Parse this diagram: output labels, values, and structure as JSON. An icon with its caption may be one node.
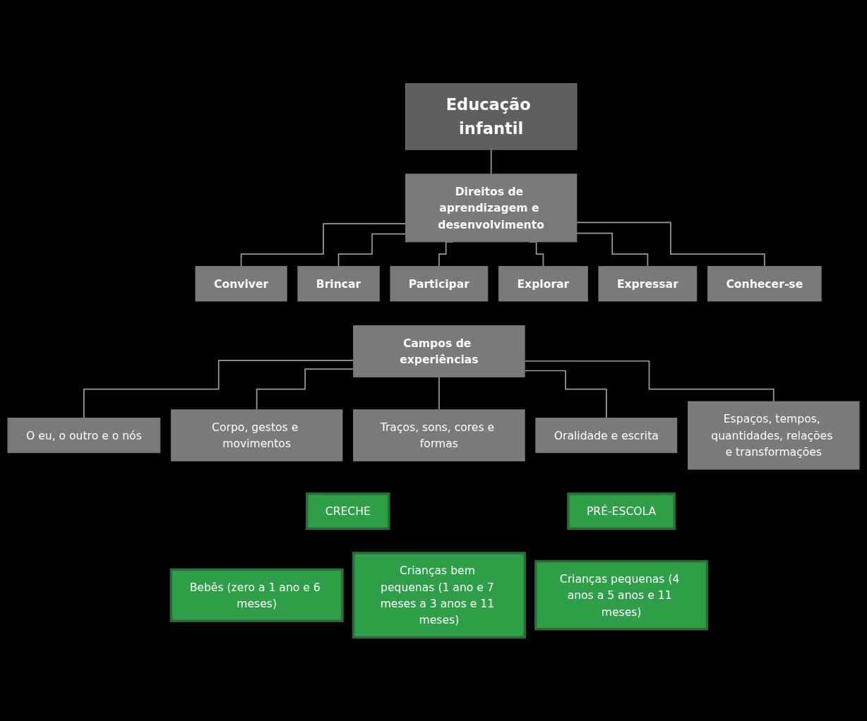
{
  "diagram": {
    "nodes": [
      {
        "text": [
          "Educação infantil"
        ]
      },
      {
        "text": [
          "Direitos de aprendizagem e desenvolvimento"
        ]
      },
      {
        "text": [
          "Conviver"
        ]
      },
      {
        "text": [
          "Brincar"
        ]
      },
      {
        "text": [
          "Participar"
        ]
      },
      {
        "text": [
          "Explorar"
        ]
      },
      {
        "text": [
          "Expressar"
        ]
      },
      {
        "text": [
          "Conhecer-se"
        ]
      },
      {
        "text": [
          "Campos de experiências"
        ]
      },
      {
        "text": [
          "O eu, o outro e o nós"
        ]
      },
      {
        "text": [
          "Corpo, gestos e movimentos"
        ]
      },
      {
        "text": [
          "Traços, sons, cores e formas"
        ]
      },
      {
        "text": [
          "Oralidade e escrita"
        ]
      },
      {
        "text": [
          "Espaços, tempos, quantidades, relações e transformações"
        ]
      },
      {
        "text": [
          "CRECHE"
        ]
      },
      {
        "text": [
          "PRÉ-ESCOLA"
        ]
      },
      {
        "text": [
          "Bebês (zero a 1 ano e 6 meses)"
        ]
      },
      {
        "text": [
          "Crianças bem pequenas (1 ano e 7 meses a 3 anos e 11 meses)"
        ]
      },
      {
        "text": [
          "Crianças pequenas (4 anos a 5 anos e 11 meses)"
        ]
      }
    ],
    "edges": [
      {
        "from": 0,
        "to": 1,
        "arrow": "none"
      },
      {
        "from": 1,
        "to": 2,
        "arrow": "none"
      },
      {
        "from": 1,
        "to": 3,
        "arrow": "none"
      },
      {
        "from": 1,
        "to": 4,
        "arrow": "none"
      },
      {
        "from": 1,
        "to": 5,
        "arrow": "none"
      },
      {
        "from": 1,
        "to": 6,
        "arrow": "none"
      },
      {
        "from": 1,
        "to": 7,
        "arrow": "none"
      },
      {
        "from": 8,
        "to": 9,
        "arrow": "none"
      },
      {
        "from": 8,
        "to": 10,
        "arrow": "none"
      },
      {
        "from": 8,
        "to": 11,
        "arrow": "none"
      },
      {
        "from": 8,
        "to": 12,
        "arrow": "none"
      },
      {
        "from": 8,
        "to": 13,
        "arrow": "none"
      }
    ]
  }
}
